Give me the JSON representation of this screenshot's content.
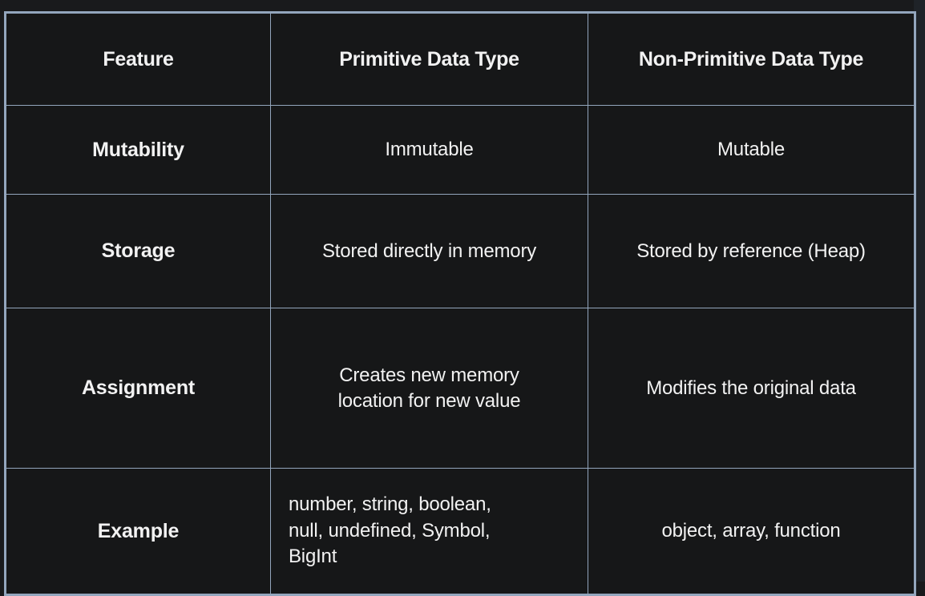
{
  "table": {
    "name": "Primitive vs Non-Primitive Data Type comparison table",
    "colors": {
      "background": "#191a1c",
      "cell_background": "#161718",
      "border": "#93a6bd",
      "text": "#f2f2f2"
    },
    "columns": [
      {
        "key": "feature",
        "header": "Feature"
      },
      {
        "key": "primitive",
        "header": "Primitive Data Type"
      },
      {
        "key": "non_primitive",
        "header": "Non-Primitive Data Type"
      }
    ],
    "rows": [
      {
        "feature": "Mutability",
        "primitive": "Immutable",
        "non_primitive": "Mutable"
      },
      {
        "feature": "Storage",
        "primitive": "Stored directly in memory",
        "non_primitive": "Stored by reference (Heap)"
      },
      {
        "feature": "Assignment",
        "primitive_lines": [
          "Creates new memory",
          "location for new value"
        ],
        "non_primitive": "Modifies the original data"
      },
      {
        "feature": "Example",
        "primitive_lines": [
          "number, string, boolean,",
          "null, undefined, Symbol,",
          "BigInt"
        ],
        "non_primitive": "object, array, function"
      }
    ]
  }
}
